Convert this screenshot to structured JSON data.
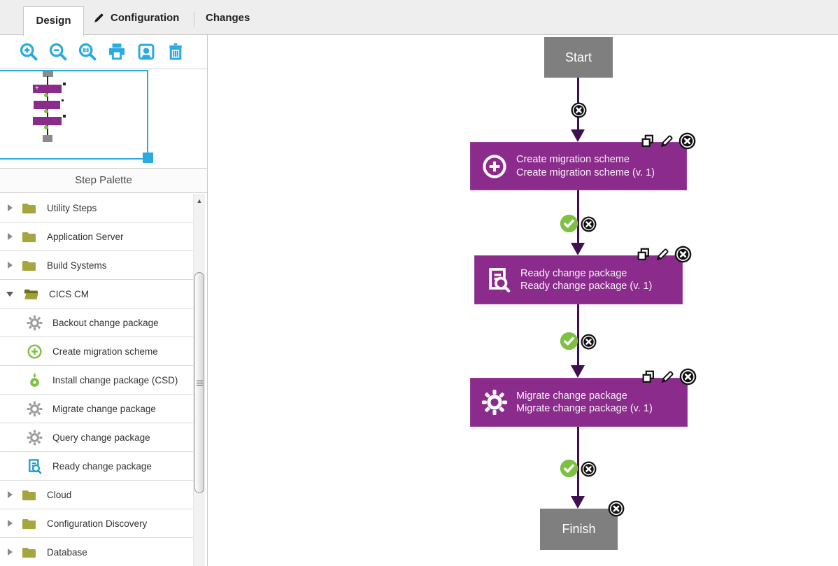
{
  "tabs": {
    "design": "Design",
    "configuration": "Configuration",
    "changes": "Changes"
  },
  "toolbar": {
    "icons": [
      "zoom-in",
      "zoom-out",
      "zoom-to-fit",
      "print",
      "export-image",
      "delete"
    ]
  },
  "palette": {
    "title": "Step Palette",
    "rows": [
      {
        "type": "group",
        "expanded": false,
        "label": "Utility Steps"
      },
      {
        "type": "group",
        "expanded": false,
        "label": "Application Server"
      },
      {
        "type": "group",
        "expanded": false,
        "label": "Build Systems"
      },
      {
        "type": "group",
        "expanded": true,
        "label": "CICS CM"
      },
      {
        "type": "step",
        "icon": "gear",
        "label": "Backout change package"
      },
      {
        "type": "step",
        "icon": "plus-circle",
        "label": "Create migration scheme"
      },
      {
        "type": "step",
        "icon": "install",
        "label": "Install change package (CSD)"
      },
      {
        "type": "step",
        "icon": "gear",
        "label": "Migrate change package"
      },
      {
        "type": "step",
        "icon": "gear",
        "label": "Query change package"
      },
      {
        "type": "step",
        "icon": "doc-search",
        "label": "Ready change package"
      },
      {
        "type": "group",
        "expanded": false,
        "label": "Cloud"
      },
      {
        "type": "group",
        "expanded": false,
        "label": "Configuration Discovery"
      },
      {
        "type": "group",
        "expanded": false,
        "label": "Database"
      }
    ]
  },
  "canvas": {
    "start": "Start",
    "finish": "Finish",
    "steps": [
      {
        "icon": "plus-circle",
        "line1": "Create migration scheme",
        "line2": "Create migration scheme (v. 1)"
      },
      {
        "icon": "doc-search",
        "line1": "Ready change package",
        "line2": "Ready change package (v. 1)"
      },
      {
        "icon": "gear",
        "line1": "Migrate change package",
        "line2": "Migrate change package (v. 1)"
      }
    ],
    "mini_plus": "+"
  },
  "colors": {
    "accent_blue": "#29ABE2",
    "step_purple": "#8B2B8C",
    "connector_purple": "#3F0F52",
    "success_green": "#7DC142",
    "endpoint_gray": "#7F7F7F",
    "folder_olive": "#A5A640"
  }
}
